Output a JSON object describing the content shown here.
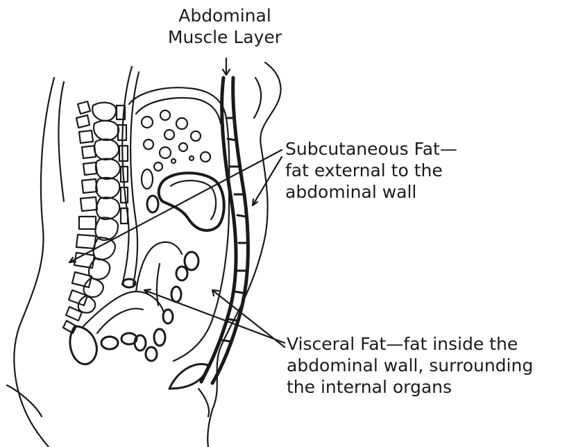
{
  "labels": {
    "muscle_layer": [
      "Abdominal",
      "Muscle Layer"
    ],
    "subcutaneous_fat": [
      "Subcutaneous Fat—",
      "fat external to the",
      "abdominal wall"
    ],
    "visceral_fat": [
      "Visceral Fat—fat inside the",
      "abdominal wall, surrounding",
      "the internal organs"
    ]
  },
  "colors": {
    "ink": "#1a1a1a",
    "background": "#ffffff"
  }
}
